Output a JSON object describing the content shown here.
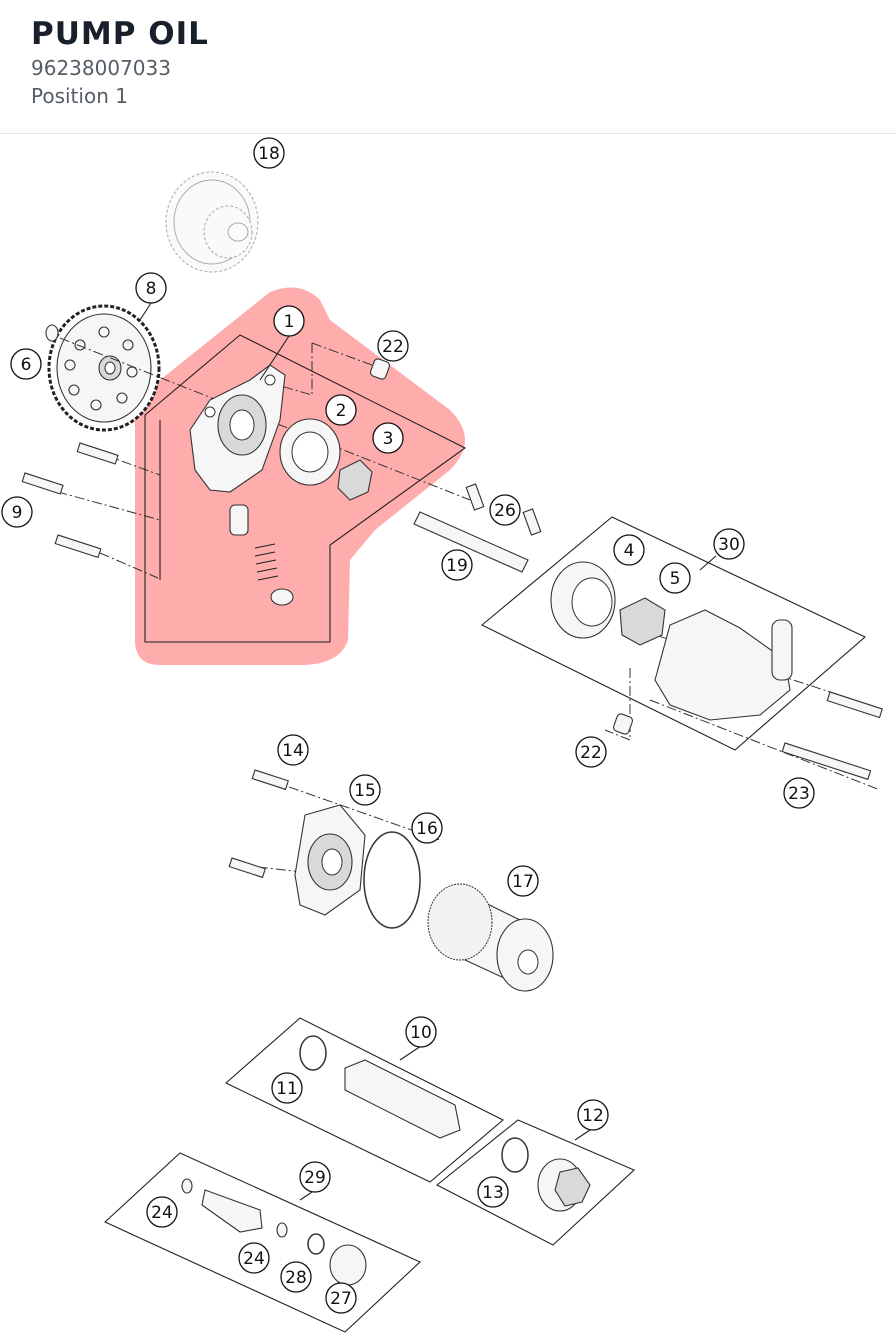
{
  "header": {
    "title": "PUMP OIL",
    "part_number": "96238007033",
    "position": "Position 1"
  },
  "highlight": {
    "color": "#ff8080",
    "selected_callouts": [
      "1",
      "2",
      "3"
    ]
  },
  "callouts": [
    {
      "id": "c18",
      "label": "18"
    },
    {
      "id": "c8",
      "label": "8"
    },
    {
      "id": "c1",
      "label": "1"
    },
    {
      "id": "c22a",
      "label": "22"
    },
    {
      "id": "c6",
      "label": "6"
    },
    {
      "id": "c2",
      "label": "2"
    },
    {
      "id": "c3",
      "label": "3"
    },
    {
      "id": "c9",
      "label": "9"
    },
    {
      "id": "c26",
      "label": "26"
    },
    {
      "id": "c19",
      "label": "19"
    },
    {
      "id": "c30",
      "label": "30"
    },
    {
      "id": "c4",
      "label": "4"
    },
    {
      "id": "c5",
      "label": "5"
    },
    {
      "id": "c22b",
      "label": "22"
    },
    {
      "id": "c23",
      "label": "23"
    },
    {
      "id": "c14",
      "label": "14"
    },
    {
      "id": "c15",
      "label": "15"
    },
    {
      "id": "c16",
      "label": "16"
    },
    {
      "id": "c17",
      "label": "17"
    },
    {
      "id": "c10",
      "label": "10"
    },
    {
      "id": "c11",
      "label": "11"
    },
    {
      "id": "c12",
      "label": "12"
    },
    {
      "id": "c13",
      "label": "13"
    },
    {
      "id": "c29",
      "label": "29"
    },
    {
      "id": "c24a",
      "label": "24"
    },
    {
      "id": "c24b",
      "label": "24"
    },
    {
      "id": "c28",
      "label": "28"
    },
    {
      "id": "c27",
      "label": "27"
    }
  ]
}
